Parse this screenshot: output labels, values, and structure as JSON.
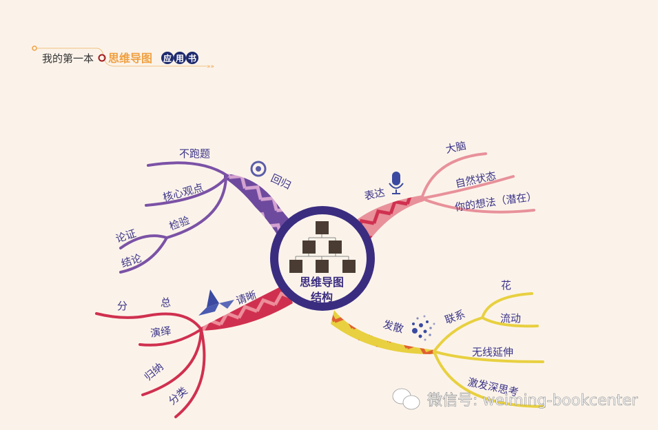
{
  "header": {
    "prefix": "我的第一本",
    "title": "思维导图",
    "badges": [
      "应",
      "用",
      "书"
    ]
  },
  "center": {
    "line1": "思维导图",
    "line2": "结构"
  },
  "branches": {
    "review": {
      "label": "回归",
      "icon": "target-icon",
      "color": "#7b52a6",
      "children": [
        "不跑题",
        "核心观点",
        "检验",
        "论证",
        "结论"
      ]
    },
    "express": {
      "label": "表达",
      "icon": "microphone-icon",
      "color": "#e8919a",
      "children": [
        "大脑",
        "自然状态",
        "你的想法（潜在）"
      ]
    },
    "clear": {
      "label": "请晰",
      "icon": "star-shape-icon",
      "color": "#d0304f",
      "children": [
        "分",
        "总",
        "演绎",
        "归纳",
        "分类"
      ]
    },
    "diverge": {
      "label": "发散",
      "icon": "dots-icon",
      "color": "#e8d040",
      "children": [
        "联系",
        "花",
        "流动",
        "无线延伸",
        "激发深思考"
      ]
    }
  },
  "watermark": "微信号: weiming-bookcenter",
  "colors": {
    "background": "#fbf3ea",
    "ring": "#3a2d80",
    "text": "#3b3488",
    "header_orange": "#f0a040",
    "box": "#4a3c32"
  }
}
